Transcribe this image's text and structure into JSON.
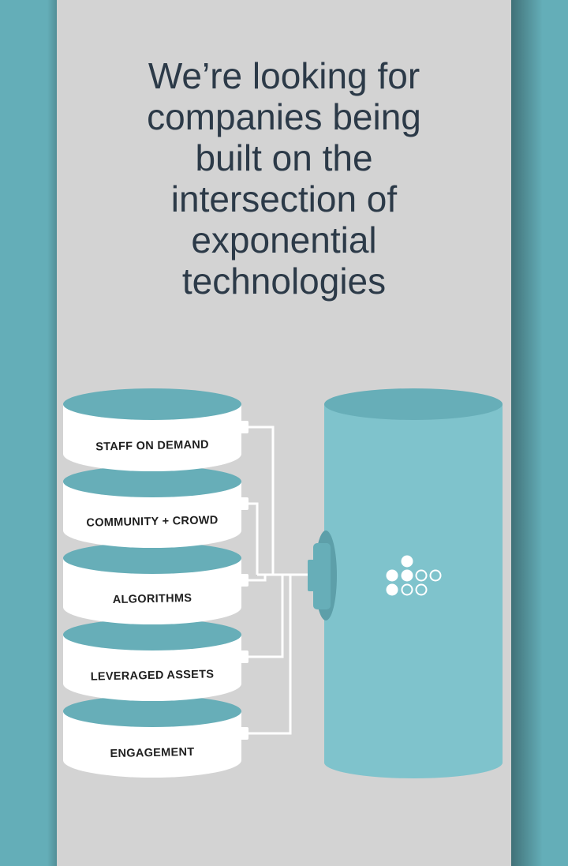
{
  "headline": {
    "lines": [
      "We’re looking for",
      "companies being",
      "built on the",
      "intersection of",
      "exponential",
      "technologies"
    ]
  },
  "stack": {
    "items": [
      {
        "label": "STAFF ON DEMAND"
      },
      {
        "label": "COMMUNITY + CROWD"
      },
      {
        "label": "ALGORITHMS"
      },
      {
        "label": "LEVERAGED ASSETS"
      },
      {
        "label": "ENGAGEMENT"
      }
    ]
  },
  "colors": {
    "background": "#64aeb8",
    "panel": "#d3d3d3",
    "headline": "#2c3a48",
    "disk_top": "#67aeb8",
    "disk_body": "#ffffff",
    "tank_body": "#7fc3cc",
    "tank_top": "#67aeb8",
    "connector": "#ffffff"
  },
  "icons": {
    "logo": "dot-grid-logo-icon"
  }
}
